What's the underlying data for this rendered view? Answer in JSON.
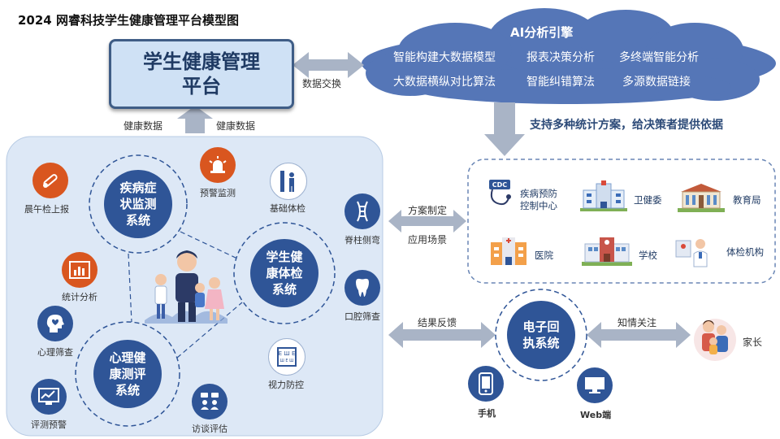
{
  "title": "2024  网睿科技学生健康管理平台模型图",
  "platform": {
    "line1": "学生健康管理",
    "line2": "平台"
  },
  "data_exchange": "数据交换",
  "health_data_left": "健康数据",
  "health_data_right": "健康数据",
  "ai": {
    "title": "AI分析引擎",
    "items": [
      "智能构建大数据模型",
      "报表决策分析",
      "多终端智能分析",
      "大数据横纵对比算法",
      "智能纠错算法",
      "多源数据链接"
    ]
  },
  "support": "支持多种统计方案，给决策者提供依据",
  "plan_making": "方案制定",
  "application": "应用场景",
  "result_feedback": "结果反馈",
  "informed": "知情关注",
  "systems": {
    "disease": "疾病症\n状监测\n系统",
    "physical": "学生健\n康体检\n系统",
    "mental": "心理健\n康测评\n系统"
  },
  "items": {
    "morning": "晨午检上报",
    "warning": "预警监测",
    "basic": "基础体检",
    "spine": "脊柱侧弯",
    "stats": "统计分析",
    "oral": "口腔筛查",
    "psych": "心理筛查",
    "vision": "视力防控",
    "eval_warning": "评测预警",
    "interview": "访谈评估"
  },
  "institutions": {
    "cdc_line1": "疾病预防",
    "cdc_line2": "控制中心",
    "cdc_badge": "CDC",
    "health_committee": "卫健委",
    "education": "教育局",
    "hospital": "医院",
    "school": "学校",
    "exam": "体检机构"
  },
  "receipt": {
    "text": "电子回\n执系统",
    "phone": "手机",
    "web": "Web端"
  },
  "parent": "家长",
  "colors": {
    "navy": "#2f5597",
    "orange": "#d9561f",
    "cloud": "#5576b7",
    "arrow": "#a9b4c6"
  },
  "icons": [
    "thermometer-icon",
    "siren-icon",
    "ruler-icon",
    "spine-icon",
    "chart-icon",
    "tooth-icon",
    "head-heart-icon",
    "eye-chart-icon",
    "monitor-chart-icon",
    "people-chat-icon",
    "phone-icon",
    "monitor-icon"
  ]
}
